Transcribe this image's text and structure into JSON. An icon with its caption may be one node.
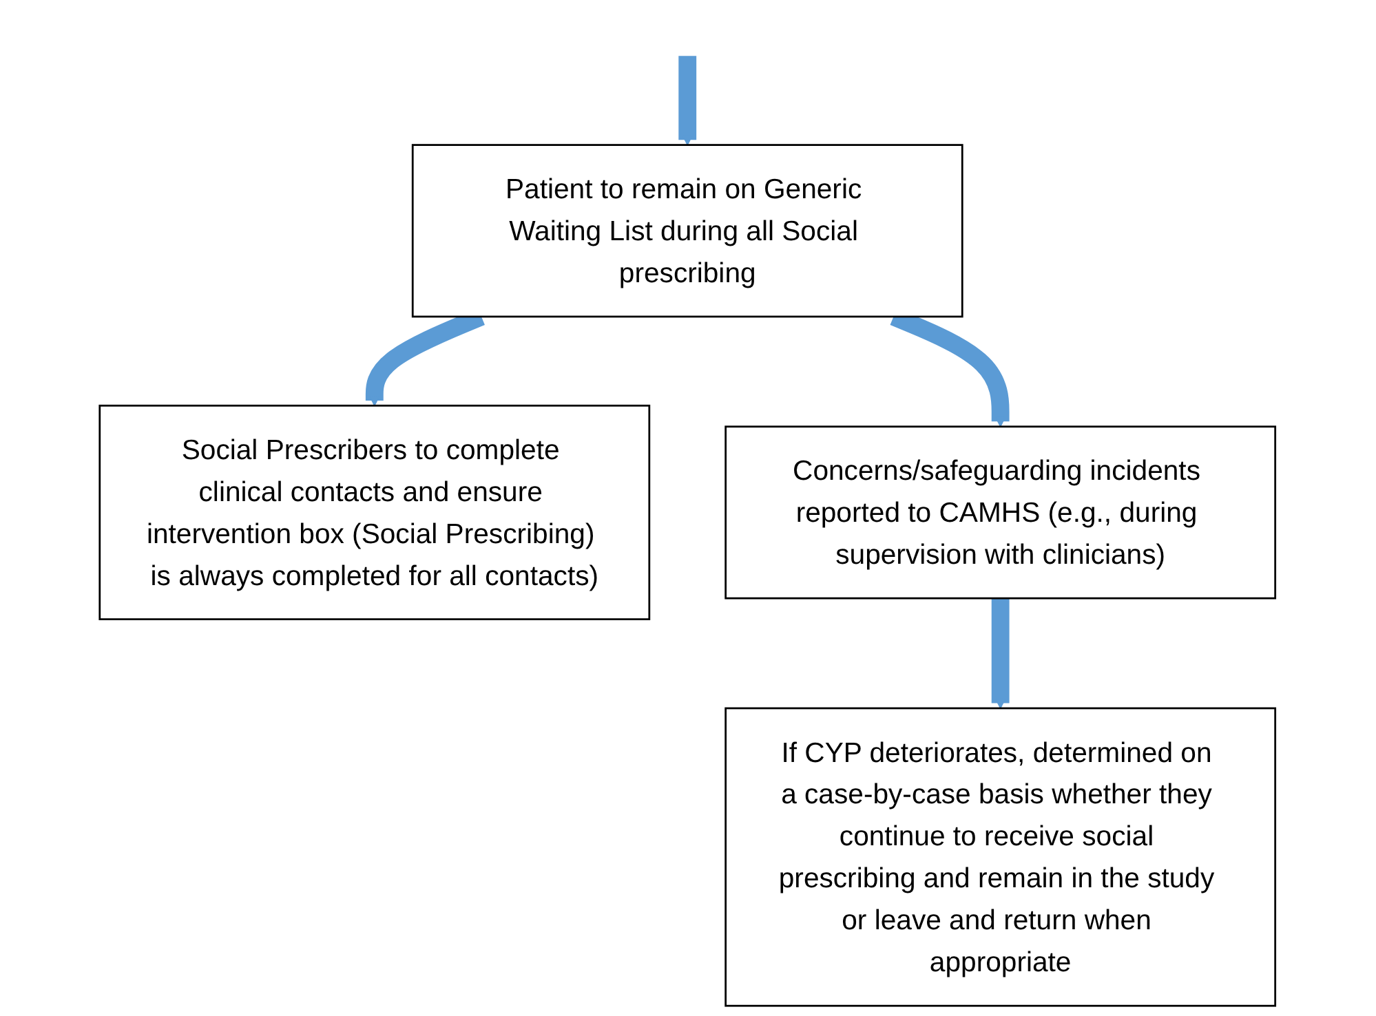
{
  "diagram": {
    "nodes": [
      {
        "text": [
          "Patient to remain on Generic Waiting List during all Social prescribing"
        ]
      },
      {
        "text": [
          "Social Prescribers to complete clinical contacts and ensure intervention box (Social Prescribing) is always completed for all contacts)"
        ]
      },
      {
        "text": [
          "Concerns/safeguarding incidents reported to CAMHS (e.g., during supervision with clinicians)"
        ]
      },
      {
        "text": [
          "If CYP deteriorates, determined on a case-by-case basis whether they continue to receive social prescribing and remain in the study or leave and return when appropriate"
        ]
      }
    ],
    "edges": [
      {
        "from": null,
        "to": 0,
        "arrow": "to"
      },
      {
        "from": 0,
        "to": 1,
        "arrow": "to"
      },
      {
        "from": 0,
        "to": 2,
        "arrow": "to"
      },
      {
        "from": 2,
        "to": 3,
        "arrow": "to"
      }
    ]
  }
}
